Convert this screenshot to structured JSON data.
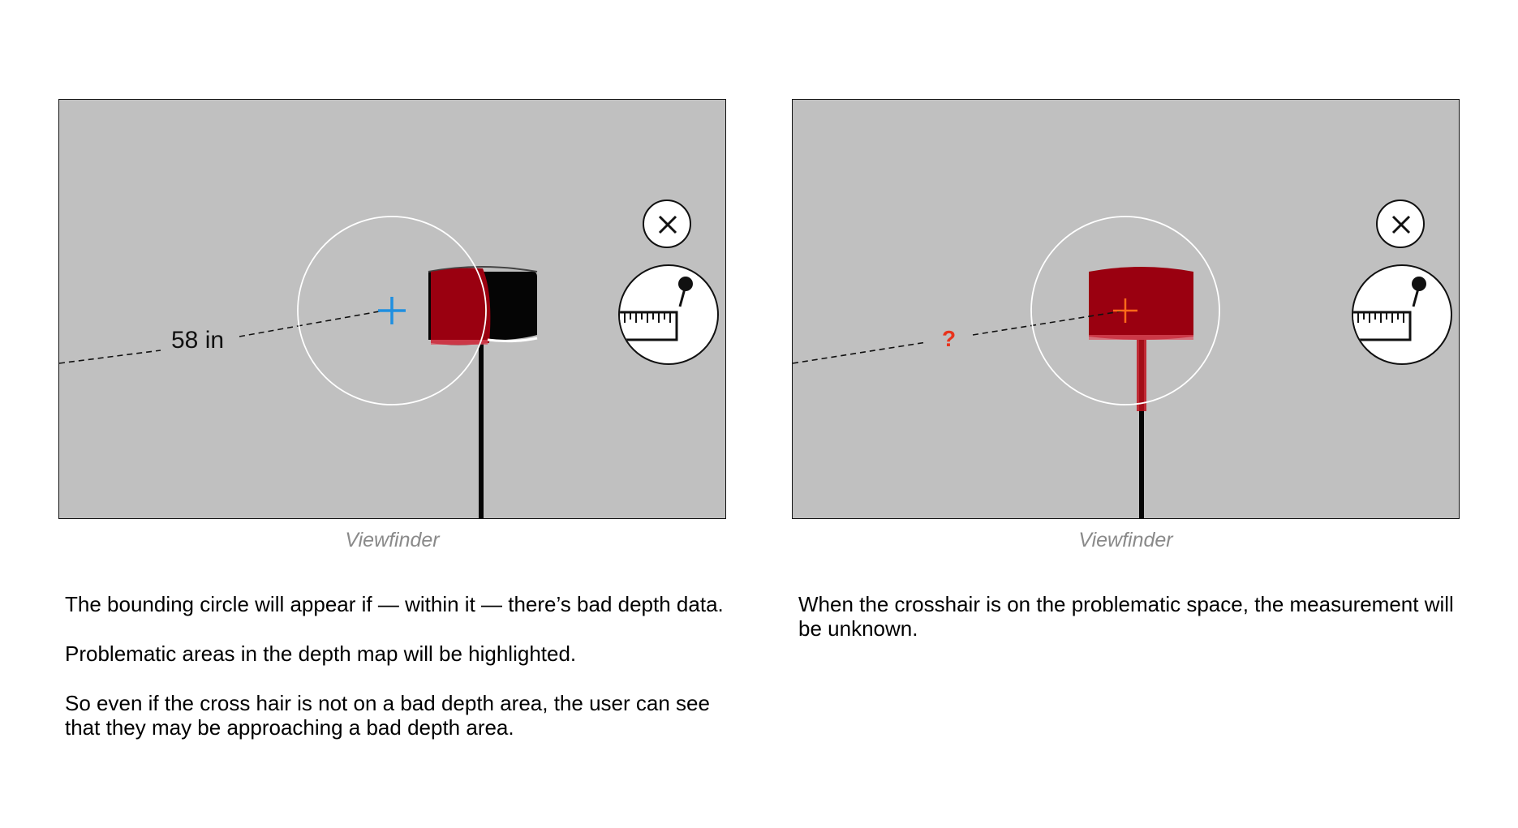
{
  "colors": {
    "viewfinder_bg": "#c0c0c0",
    "lamp_shade_red": "#9a0010",
    "lamp_shade_black": "#050505",
    "crosshair_blue": "#1f8fe0",
    "crosshair_orange": "#ff6a1a",
    "unknown_red": "#e8331c",
    "bounding_circle": "#ffffff",
    "caption_gray": "#8a8a8a"
  },
  "left_panel": {
    "caption": "Viewfinder",
    "measurement": "58 in",
    "close_icon": "close-icon",
    "measure_icon": "ruler-pin-icon",
    "notes": [
      "The bounding circle will appear if — within it — there’s bad depth data.",
      "Problematic areas in the depth map will be highlighted.",
      "So even if the cross hair is not on a bad depth area, the user can see that they may be approaching a bad depth area."
    ]
  },
  "right_panel": {
    "caption": "Viewfinder",
    "measurement": "?",
    "close_icon": "close-icon",
    "measure_icon": "ruler-pin-icon",
    "notes": [
      "When the crosshair is on the problematic space, the measurement will be unknown."
    ]
  }
}
